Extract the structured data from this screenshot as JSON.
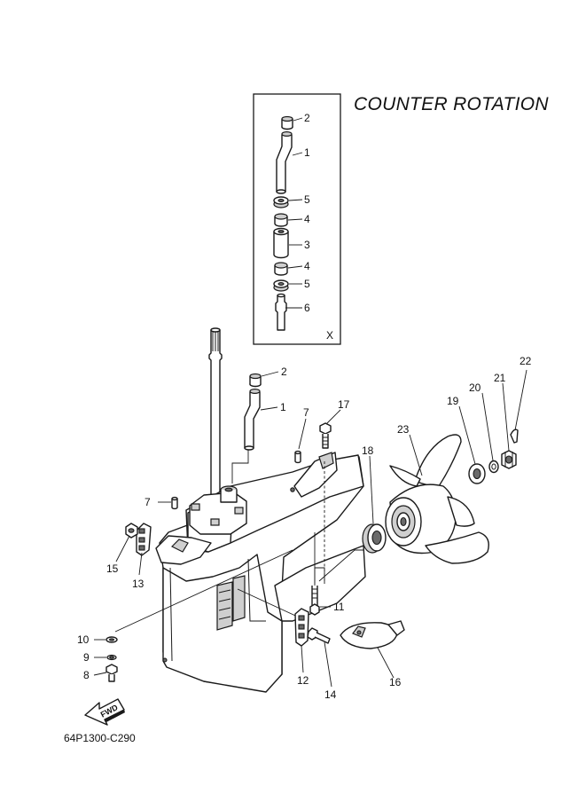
{
  "diagram": {
    "title": "COUNTER ROTATION",
    "inset_marker": "X",
    "drawing_code": "64P1300-C290",
    "fwd_label": "FWD",
    "inset_callouts": [
      "2",
      "1",
      "5",
      "4",
      "3",
      "4",
      "5",
      "6"
    ],
    "main_callouts": [
      "2",
      "1",
      "7",
      "17",
      "22",
      "21",
      "20",
      "19",
      "23",
      "18",
      "7",
      "13",
      "15",
      "11",
      "10",
      "9",
      "8",
      "12",
      "14",
      "16"
    ]
  }
}
